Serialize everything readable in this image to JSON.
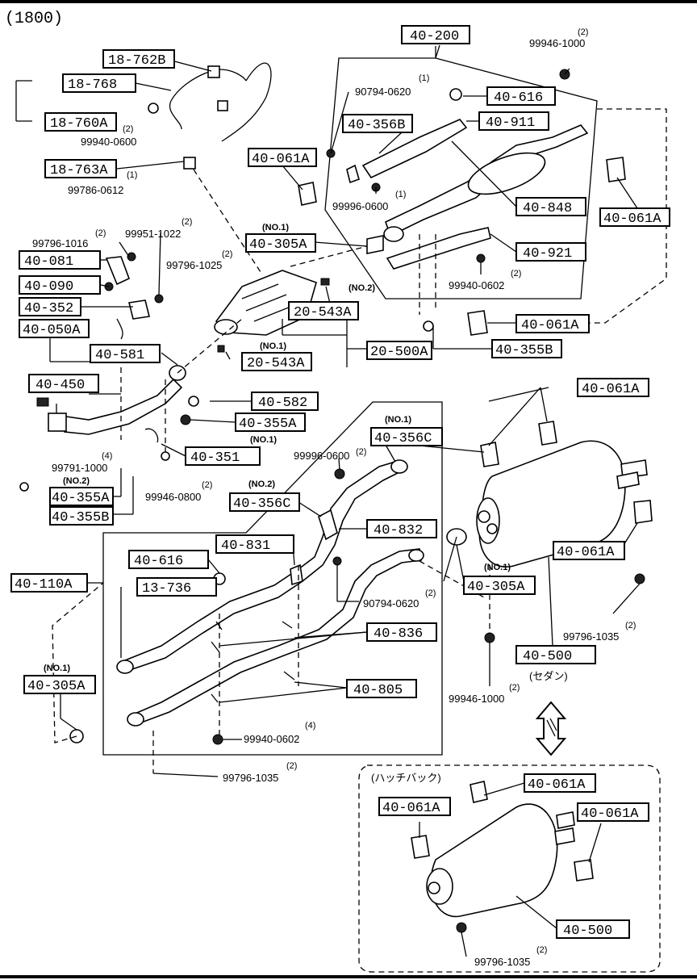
{
  "title": "(1800)",
  "labels": {
    "p18_762B": "18-762B",
    "p18_768": "18-768",
    "p18_760A": "18-760A",
    "p18_763A": "18-763A",
    "p40_200": "40-200",
    "p40_616_top": "40-616",
    "p40_356B": "40-356B",
    "p40_911": "40-911",
    "p40_061A_1": "40-061A",
    "p40_061A_2": "40-061A",
    "p40_848": "40-848",
    "p40_305A_1": "40-305A",
    "p40_921": "40-921",
    "p40_081": "40-081",
    "p40_090": "40-090",
    "p40_352": "40-352",
    "p40_050A": "40-050A",
    "p20_543A_1": "20-543A",
    "p40_061A_3": "40-061A",
    "p40_581": "40-581",
    "p20_500A": "20-500A",
    "p20_543A_2": "20-543A",
    "p40_355B_1": "40-355B",
    "p40_450": "40-450",
    "p40_582": "40-582",
    "p40_355A_1": "40-355A",
    "p40_061A_4": "40-061A",
    "p40_351": "40-351",
    "p40_356C_1": "40-356C",
    "p40_355A_2": "40-355A",
    "p40_355B_2": "40-355B",
    "p40_356C_2": "40-356C",
    "p40_832": "40-832",
    "p40_831": "40-831",
    "p40_061A_5": "40-061A",
    "p40_616_low": "40-616",
    "p40_110A": "40-110A",
    "p13_736": "13-736",
    "p40_305A_2": "40-305A",
    "p40_836": "40-836",
    "p40_500_1": "40-500",
    "p40_305A_3": "40-305A",
    "p40_805": "40-805",
    "p40_061A_6": "40-061A",
    "p40_061A_7": "40-061A",
    "p40_061A_8": "40-061A",
    "p40_500_2": "40-500"
  },
  "small": {
    "n99946_1000_top": "99946-1000",
    "n90794_0620_top": "90794-0620",
    "n99940_0600": "99940-0600",
    "n99786_0612": "99786-0612",
    "n99996_0600_top": "99996-0600",
    "n99796_1016": "99796-1016",
    "n99951_1022": "99951-1022",
    "n99796_1025": "99796-1025",
    "n99940_0602_top": "99940-0602",
    "n99996_0600_low": "99996-0600",
    "n99791_1000": "99791-1000",
    "n99946_0800": "99946-0800",
    "n90794_0620_low": "90794-0620",
    "n99796_1035_r": "99796-1035",
    "n99946_1000_low": "99946-1000",
    "n99940_0602_low": "99940-0602",
    "n99796_1035_b": "99796-1035",
    "n99796_1035_h": "99796-1035"
  },
  "qty": {
    "q1": "(1)",
    "q2": "(2)",
    "q4": "(4)"
  },
  "notes": {
    "no1": "(NO.1)",
    "no2": "(NO.2)",
    "sedan": "(セダン)",
    "hatchback": "(ハッチバック)"
  }
}
